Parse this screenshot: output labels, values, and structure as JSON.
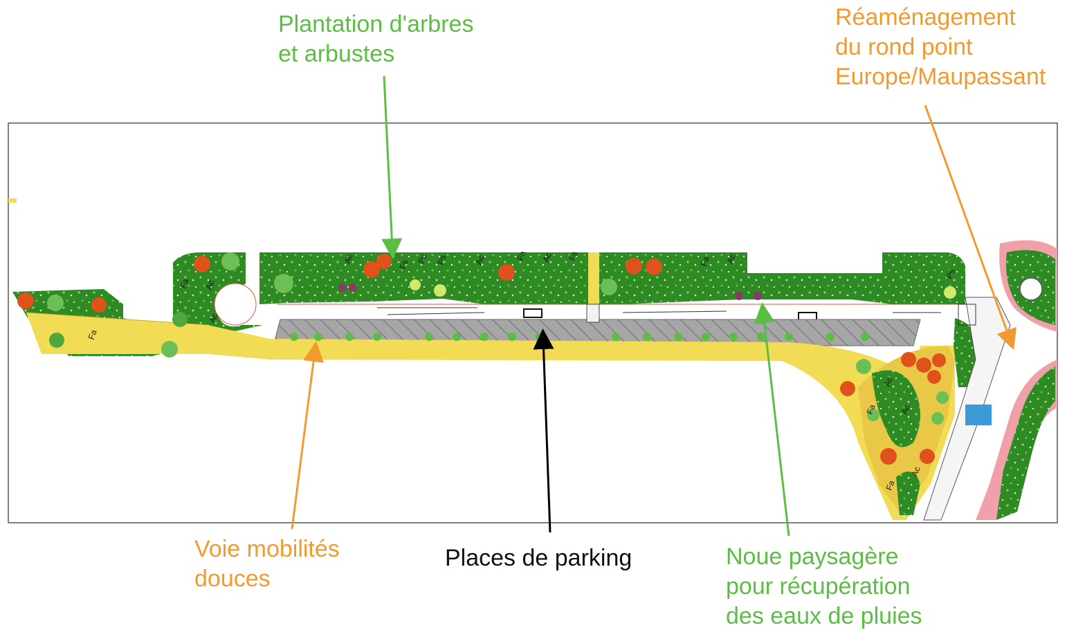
{
  "labels": {
    "plantation": [
      "Plantation d'arbres",
      "et arbustes"
    ],
    "reamenagement": [
      "Réaménagement",
      "du rond point",
      "Europe/Maupassant"
    ],
    "voie": [
      "Voie mobilités",
      "douces"
    ],
    "parking": [
      "Places de parking"
    ],
    "noue": [
      "Noue paysagère",
      "pour récupération",
      "des eaux de pluies"
    ]
  },
  "plan_codes": [
    "Ac",
    "Fa",
    "Fs",
    "Pc",
    "Ps",
    "Ac",
    "Fa",
    "Ac",
    "Fs",
    "Fa",
    "Ac",
    "Ac",
    "Fa",
    "Ac",
    "Fa",
    "Ac",
    "Ps",
    "Ac",
    "Fa",
    "Ac"
  ],
  "colors": {
    "text_green": "#5cbd45",
    "text_orange": "#f39a2f",
    "arrow_black": "#000000",
    "vegetation": "#2e8a22",
    "path": "#f3dc55",
    "parking": "#9a9a9a",
    "tree_red": "#e0521c",
    "roundabout_pink": "#f0a0a8"
  }
}
